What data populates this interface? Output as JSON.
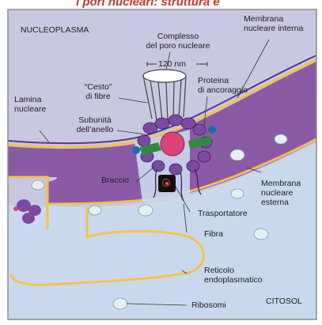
{
  "title": "I pori nucleari: struttura e",
  "labels": {
    "nucleoplasma": "NUCLEOPLASMA",
    "complesso": "Complesso\ndel poro nucleare",
    "nm": "120 nm",
    "membrana_interna": "Membrana\nnucleare interna",
    "cesto": "“Cesto”\ndi fibre",
    "proteina": "Proteina\ndi ancoraggio",
    "lamina": "Lamina\nnucleare",
    "subunita": "Subunità\ndell’anello",
    "braccio": "Braccio",
    "membrana_esterna": "Membrana\nnucleare\nesterna",
    "trasportatore": "Trasportatore",
    "fibra": "Fibra",
    "reticolo": "Reticolo\nendoplasmatico",
    "ribosomi": "Ribosomi",
    "citosol": "CITOSOL"
  },
  "colors": {
    "nucleoplasm": "#c9c8e2",
    "perinuclear": "#8a5aa6",
    "membrane": "#f1c24b",
    "cytosol": "#cad8ee",
    "subunit": "#7b4aa0",
    "transporter": "#d9437a",
    "arm": "#2e8b3e",
    "anchor": "#1e6ab0",
    "title": "#c0392b"
  }
}
